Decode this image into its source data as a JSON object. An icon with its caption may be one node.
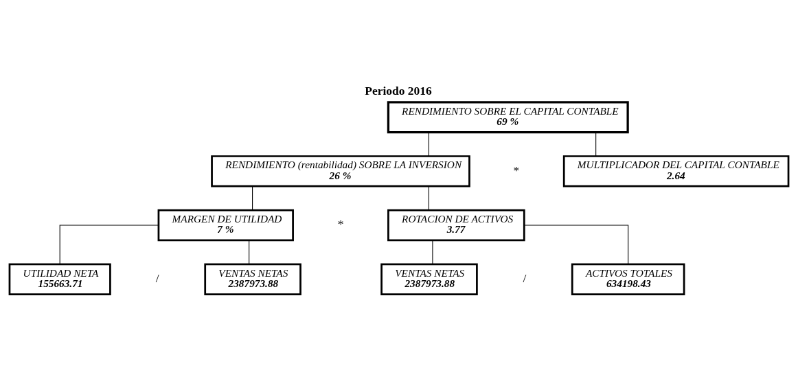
{
  "diagram": {
    "title": "Periodo 2016",
    "nodes": [
      {
        "text": [
          "RENDIMIENTO SOBRE EL CAPITAL CONTABLE",
          "69 %"
        ]
      },
      {
        "text": [
          "RENDIMIENTO (rentabilidad) SOBRE LA INVERSION",
          "26 %"
        ]
      },
      {
        "text": [
          "MULTIPLICADOR DEL CAPITAL CONTABLE",
          "2.64"
        ]
      },
      {
        "text": [
          "MARGEN DE UTILIDAD",
          "7 %"
        ]
      },
      {
        "text": [
          "ROTACION DE ACTIVOS",
          "3.77"
        ]
      },
      {
        "text": [
          "UTILIDAD NETA",
          "155663.71"
        ]
      },
      {
        "text": [
          "VENTAS NETAS",
          "2387973.88"
        ]
      },
      {
        "text": [
          "VENTAS NETAS",
          "2387973.88"
        ]
      },
      {
        "text": [
          "ACTIVOS TOTALES",
          "634198.43"
        ]
      }
    ],
    "edges": [
      {
        "from": 0,
        "to": 1,
        "arrow": "none"
      },
      {
        "from": 0,
        "to": 2,
        "arrow": "none"
      },
      {
        "from": 1,
        "to": 3,
        "arrow": "none"
      },
      {
        "from": 1,
        "to": 4,
        "arrow": "none"
      },
      {
        "from": 3,
        "to": 5,
        "arrow": "none"
      },
      {
        "from": 3,
        "to": 6,
        "arrow": "none"
      },
      {
        "from": 4,
        "to": 7,
        "arrow": "none"
      },
      {
        "from": 4,
        "to": 8,
        "arrow": "none"
      }
    ],
    "labels": [
      "*",
      "*",
      "/",
      "/"
    ]
  }
}
